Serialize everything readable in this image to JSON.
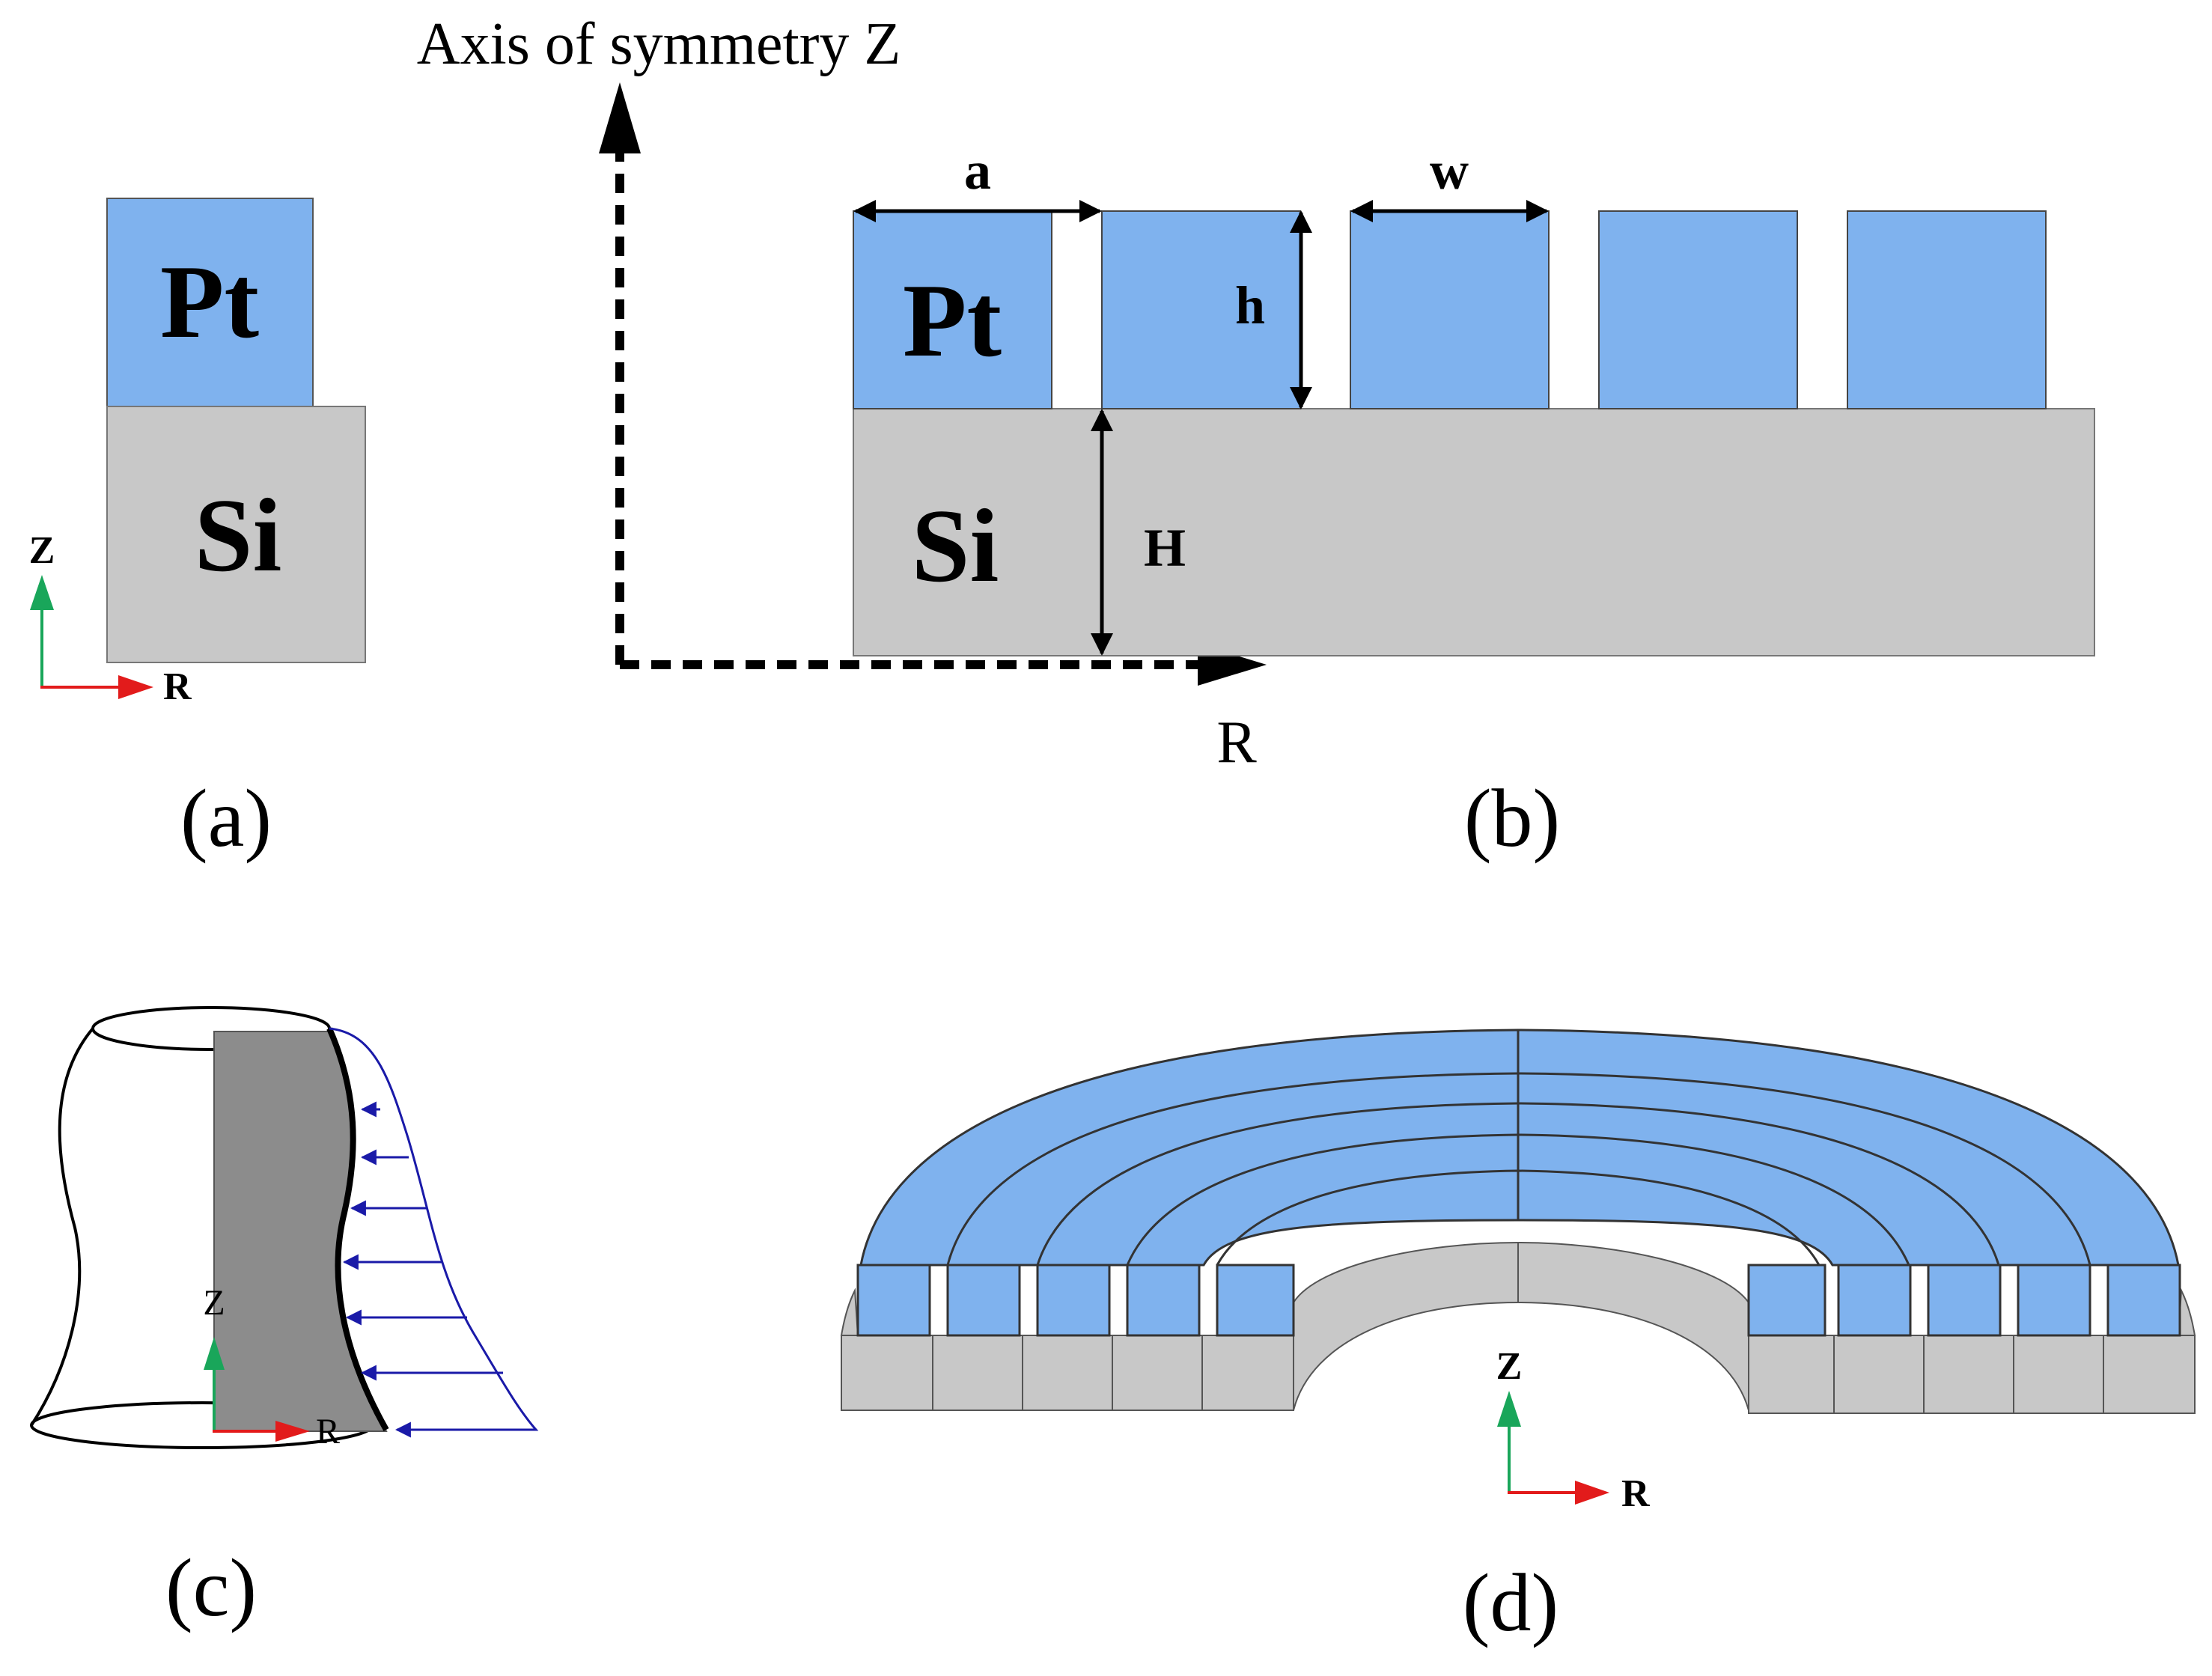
{
  "colors": {
    "platinum": "#7fb2ee",
    "silicon": "#c8c8c8",
    "outline": "#333333",
    "axis_z": "#19a65a",
    "axis_r": "#e21b1b",
    "load_arrows": "#1a1aa8",
    "shaded_section": "#8c8c8c"
  },
  "panel_a": {
    "caption": "(a)",
    "pt_label": "Pt",
    "si_label": "Si",
    "axis_z_label": "Z",
    "axis_r_label": "R"
  },
  "panel_b": {
    "caption": "(b)",
    "axis_title": "Axis of symmetry Z",
    "axis_r_label": "R",
    "pt_label": "Pt",
    "si_label": "Si",
    "dim_a": "a",
    "dim_w": "w",
    "dim_h": "h",
    "dim_H": "H",
    "pt_block_count": 5
  },
  "panel_c": {
    "caption": "(c)",
    "axis_z_label": "Z",
    "axis_r_label": "R",
    "load_arrow_count": 7
  },
  "panel_d": {
    "caption": "(d)",
    "axis_z_label": "Z",
    "axis_r_label": "R",
    "ring_count": 5
  }
}
